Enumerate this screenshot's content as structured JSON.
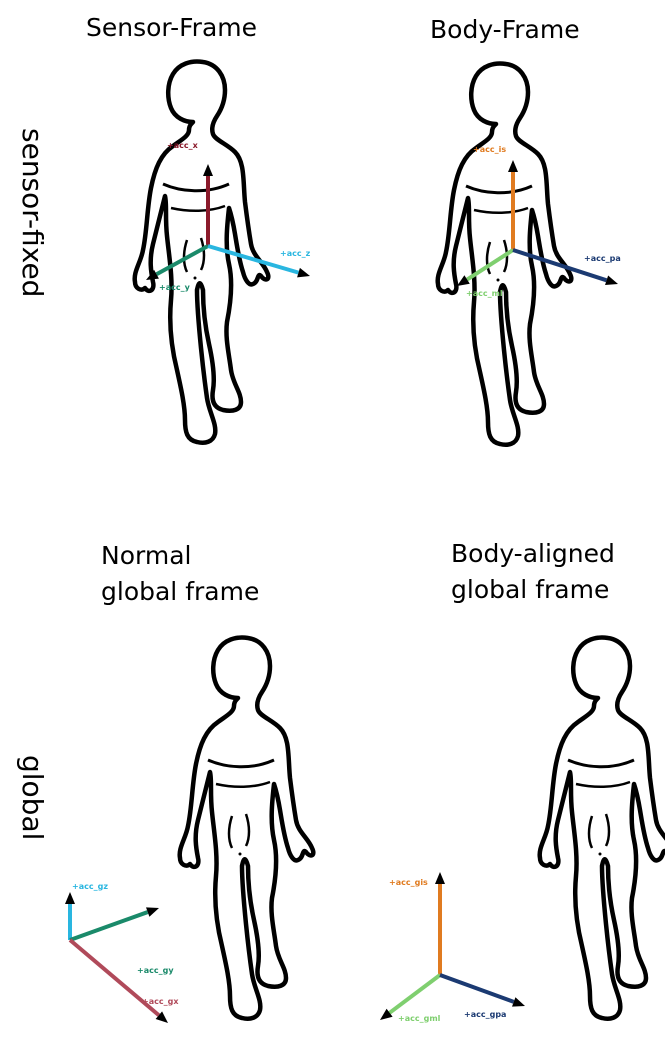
{
  "titles": {
    "sensor_frame": "Sensor-Frame",
    "body_frame": "Body-Frame",
    "normal_global_line1": "Normal",
    "normal_global_line2": "global frame",
    "body_aligned_line1": "Body-aligned",
    "body_aligned_line2": "global frame"
  },
  "row_labels": {
    "top": "sensor-fixed",
    "bottom": "global"
  },
  "axes": {
    "sensor_frame": {
      "x": {
        "label": "+acc_x",
        "color": "#8b1a2b"
      },
      "y": {
        "label": "+acc_y",
        "color": "#1a8a6a"
      },
      "z": {
        "label": "+acc_z",
        "color": "#29b6e0"
      }
    },
    "body_frame": {
      "is": {
        "label": "+acc_is",
        "color": "#e07b20"
      },
      "ml": {
        "label": "+acc_ml",
        "color": "#7fcf6f"
      },
      "pa": {
        "label": "+acc_pa",
        "color": "#1b3a72"
      }
    },
    "normal_global": {
      "gz": {
        "label": "+acc_gz",
        "color": "#29b6e0"
      },
      "gy": {
        "label": "+acc_gy",
        "color": "#1a8a6a"
      },
      "gx": {
        "label": "+acc_gx",
        "color": "#b04a5a"
      }
    },
    "body_aligned_global": {
      "gis": {
        "label": "+acc_gis",
        "color": "#e07b20"
      },
      "gml": {
        "label": "+acc_gml",
        "color": "#7fcf6f"
      },
      "gpa": {
        "label": "+acc_gpa",
        "color": "#1b3a72"
      }
    }
  }
}
